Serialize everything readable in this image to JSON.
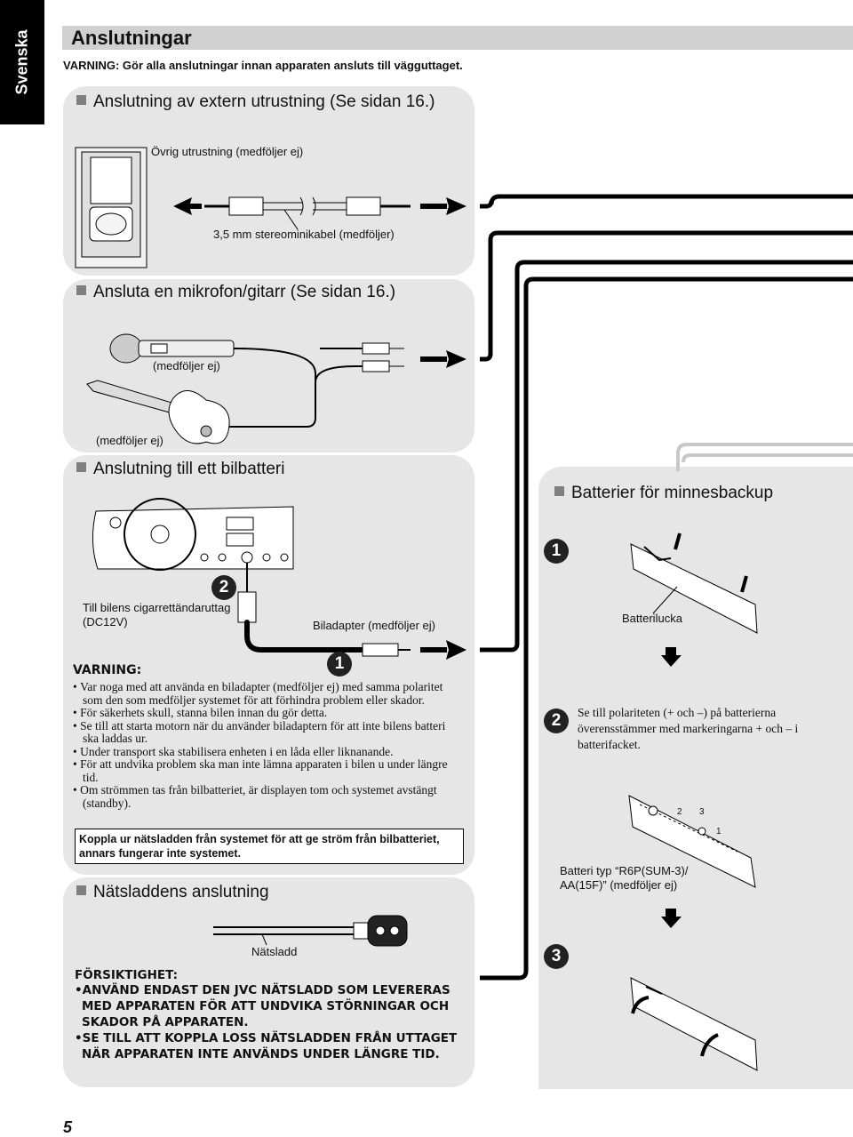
{
  "side_tab": "Svenska",
  "title": "Anslutningar",
  "warning_top": "VARNING: Gör alla anslutningar innan apparaten ansluts till vägguttaget.",
  "external": {
    "heading": "Anslutning av extern utrustning (Se sidan 16.)",
    "other_equipment": "Övrig utrustning (medföljer ej)",
    "cable": "3,5 mm stereominikabel (medföljer)"
  },
  "mic": {
    "heading": "Ansluta en mikrofon/gitarr (Se sidan 16.)",
    "mic_label": "(medföljer ej)",
    "guitar_label": "(medföljer ej)"
  },
  "car": {
    "heading": "Anslutning till ett bilbatteri",
    "socket_label": "Till bilens cigarrettändaruttag (DC12V)",
    "adapter_label": "Biladapter (medföljer ej)",
    "step1": "1",
    "step2": "2",
    "warning_title": "VARNING:",
    "warnings": [
      "Var noga med att använda en biladapter (medföljer ej) med samma polaritet som den som medföljer systemet för att förhindra problem eller skador.",
      "För säkerhets skull, stanna bilen innan du gör detta.",
      "Se till att starta motorn när du använder biladaptern för att inte bilens batteri ska laddas ur.",
      "Under transport ska stabilisera enheten i en låda eller liknanande.",
      "För att undvika problem ska man inte lämna apparaten i bilen u under längre tid.",
      "Om strömmen tas från bilbatteriet, är displayen tom och systemet avstängt (standby)."
    ],
    "boxed_note": "Koppla ur nätsladden från systemet för att ge ström från  bilbatteriet, annars fungerar inte systemet."
  },
  "power": {
    "heading": "Nätsladdens anslutning",
    "cord_label": "Nätsladd",
    "caution_title": "FÖRSIKTIGHET:",
    "cautions": [
      "ANVÄND ENDAST DEN JVC NÄTSLADD SOM LEVERERAS MED APPARATEN FÖR ATT UNDVIKA STÖRNINGAR OCH SKADOR PÅ APPARATEN.",
      "SE TILL ATT KOPPLA LOSS NÄTSLADDEN FRÅN UTTAGET NÄR APPARATEN INTE ANVÄNDS UNDER LÄNGRE TID."
    ]
  },
  "battery": {
    "heading": "Batterier för minnesbackup",
    "step1": "1",
    "step2": "2",
    "step3": "3",
    "lid_label": "Batterilucka",
    "step2_text": "Se till polariteten (+ och –) på batterierna överensstämmer med markeringarna + och – i batterifacket.",
    "battery_type": "Batteri typ “R6P(SUM-3)/ AA(15F)” (medföljer ej)",
    "cell_numbers": [
      "2",
      "3",
      "1"
    ]
  },
  "page_number": "5"
}
